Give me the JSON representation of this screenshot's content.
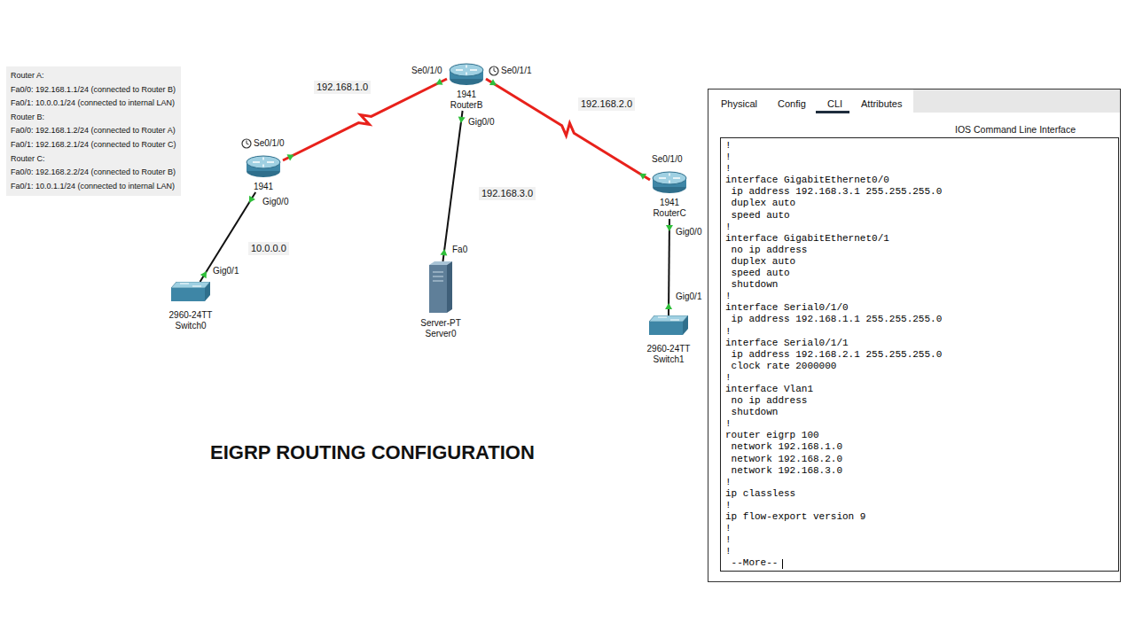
{
  "diagram": {
    "title": "EIGRP ROUTING CONFIGURATION",
    "nodes": [
      {
        "text": [
          "Router A:",
          "Fa0/0: 192.168.1.1/24 (connected to Router B)",
          "Fa0/1: 10.0.0.1/24 (connected to internal LAN)",
          "Router B:",
          "Fa0/0: 192.168.1.2/24 (connected to Router A)",
          "Fa0/1: 192.168.2.1/24 (connected to Router C)",
          "Router C:",
          "Fa0/0: 192.168.2.2/24 (connected to Router B)",
          "Fa0/1: 10.0.1.1/24 (connected to internal LAN)"
        ]
      },
      {
        "text": [
          "1941"
        ]
      },
      {
        "text": [
          "1941",
          "RouterB"
        ]
      },
      {
        "text": [
          "1941",
          "RouterC"
        ]
      },
      {
        "text": [
          "2960-24TT",
          "Switch0"
        ]
      },
      {
        "text": [
          "Server-PT",
          "Server0"
        ]
      },
      {
        "text": [
          "2960-24TT",
          "Switch1"
        ]
      },
      {
        "text": [
          "IOS Command Line Interface"
        ]
      },
      {
        "text": [
          "!",
          "!",
          "!",
          "interface GigabitEthernet0/0",
          " ip address 192.168.3.1 255.255.255.0",
          " duplex auto",
          " speed auto",
          "!",
          "interface GigabitEthernet0/1",
          " no ip address",
          " duplex auto",
          " speed auto",
          " shutdown",
          "!",
          "interface Serial0/1/0",
          " ip address 192.168.1.1 255.255.255.0",
          "!",
          "interface Serial0/1/1",
          " ip address 192.168.2.1 255.255.255.0",
          " clock rate 2000000",
          "!",
          "interface Vlan1",
          " no ip address",
          " shutdown",
          "!",
          "router eigrp 100",
          " network 192.168.1.0",
          " network 192.168.2.0",
          " network 192.168.3.0",
          "!",
          "ip classless",
          "!",
          "ip flow-export version 9",
          "!",
          "!",
          "!",
          " --More--"
        ],
        "in": 7
      }
    ],
    "edges": [
      {
        "from": 1,
        "to": 2,
        "label": "192.168.1.0",
        "arrow": "none"
      },
      {
        "from": 2,
        "to": 3,
        "label": "192.168.2.0",
        "arrow": "none"
      },
      {
        "from": 1,
        "to": 4,
        "label": "10.0.0.0",
        "arrow": "none"
      },
      {
        "from": 2,
        "to": 5,
        "label": "192.168.3.0",
        "arrow": "none"
      },
      {
        "from": 3,
        "to": 6,
        "arrow": "none"
      }
    ],
    "labels": [
      "Se0/1/0",
      "Gig0/0",
      "Gig0/1",
      "Se0/1/0",
      "Se0/1/1",
      "Gig0/0",
      "Fa0",
      "Se0/1/0",
      "Gig0/0",
      "Gig0/1",
      "Physical",
      "Config",
      "CLI",
      "Attributes"
    ]
  }
}
